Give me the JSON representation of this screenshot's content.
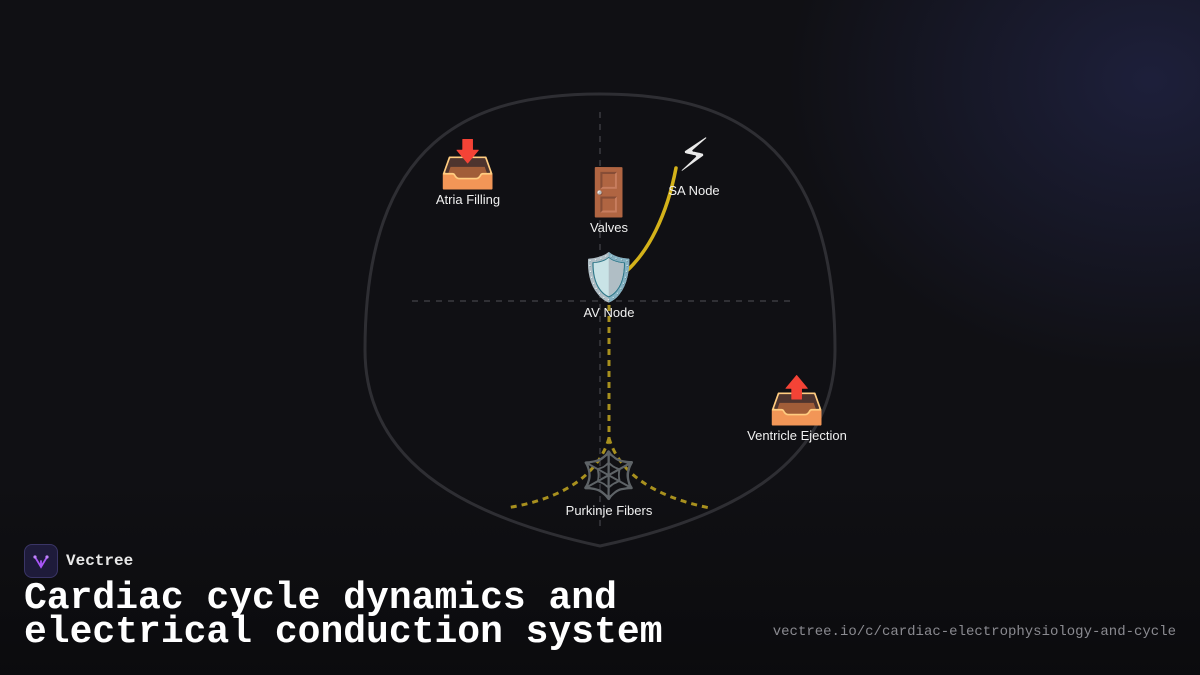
{
  "diagram": {
    "nodes": [
      {
        "id": "atria",
        "label": "Atria Filling",
        "icon": "inbox-down-icon",
        "glyph": "📥"
      },
      {
        "id": "valves",
        "label": "Valves",
        "icon": "door-icon",
        "glyph": "🚪"
      },
      {
        "id": "sa",
        "label": "SA Node",
        "icon": "lightning-icon",
        "glyph": "⚡"
      },
      {
        "id": "av",
        "label": "AV Node",
        "icon": "shield-icon",
        "glyph": "🛡️"
      },
      {
        "id": "ventricle",
        "label": "Ventricle Ejection",
        "icon": "outbox-up-icon",
        "glyph": "📤"
      },
      {
        "id": "purkinje",
        "label": "Purkinje Fibers",
        "icon": "spiderweb-icon",
        "glyph": "🕸️"
      }
    ],
    "colors": {
      "outline": "#2e2e33",
      "guide": "#3a3a40",
      "conduction": "#d4b21a",
      "conduction_dashed": "#a8901e"
    }
  },
  "brand": {
    "name": "Vectree",
    "icon": "vectree-logo-icon",
    "color": "#1e1b3a"
  },
  "title": "Cardiac cycle dynamics and electrical conduction system",
  "url": "vectree.io/c/cardiac-electrophysiology-and-cycle"
}
